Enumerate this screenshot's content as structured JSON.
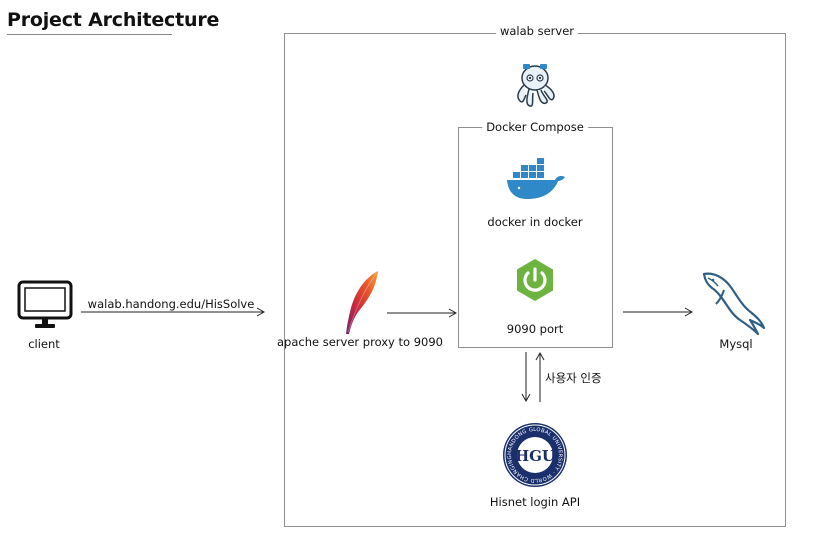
{
  "title": "Project Architecture",
  "server_box": {
    "label": "walab server"
  },
  "compose_box": {
    "label": "Docker Compose"
  },
  "nodes": {
    "client": "client",
    "apache": "apache server proxy to 9090",
    "docker": "docker in docker",
    "spring": "9090 port",
    "mysql": "Mysql",
    "hisnet": "Hisnet login API"
  },
  "edges": {
    "client_to_apache": "walab.handong.edu/HisSolve",
    "auth": "사용자 인증"
  },
  "logos": {
    "hgu_ring_text": "HANDONG GLOBAL UNIVERSITY · WORLD CHANGING ·",
    "hgu_monogram": "HGU"
  },
  "colors": {
    "docker_blue": "#2f89c9",
    "spring_green": "#6db33f",
    "mysql_blue": "#2f5f86",
    "hgu_navy": "#1a2f6b"
  }
}
